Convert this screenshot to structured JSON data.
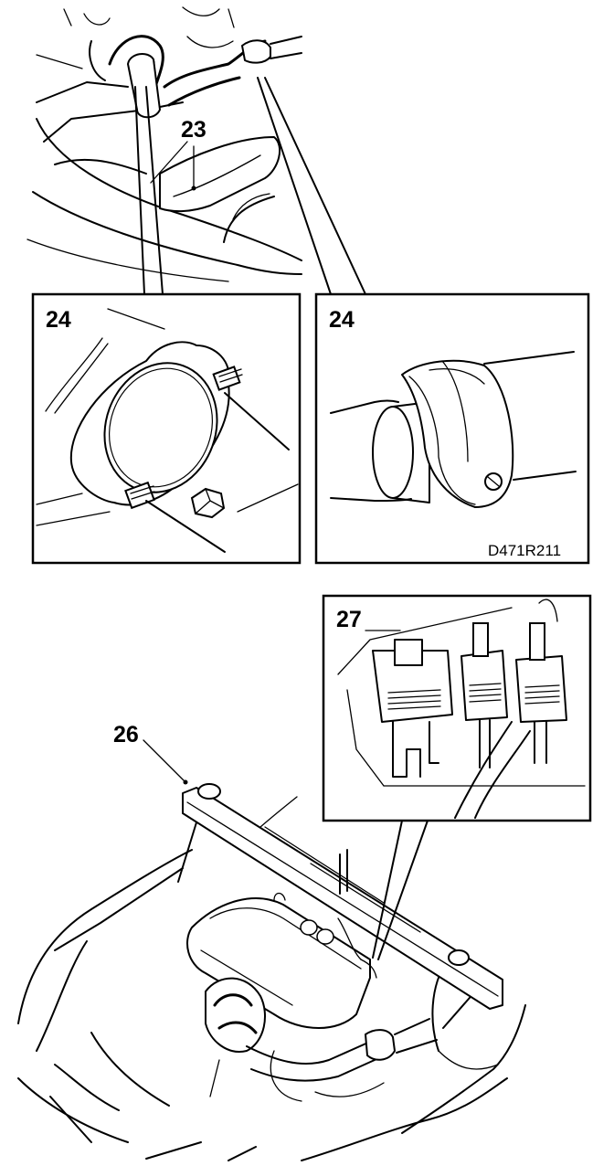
{
  "figure": {
    "code": "D471R211",
    "labels": {
      "l23": "23",
      "l24_left": "24",
      "l24_right": "24",
      "l26": "26",
      "l27": "27"
    }
  }
}
